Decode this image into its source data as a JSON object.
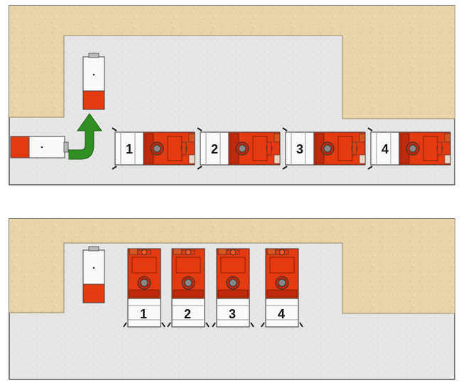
{
  "colors": {
    "sand": "#e6d3a8",
    "asphalt": "#e4e4e4",
    "frame": "#555555",
    "engine_red": "#e33a12",
    "engine_dark": "#c02a0c",
    "cab_white": "#fafafa",
    "arrow_green": "#2f8f22",
    "ladder_stripe": "#c8702a"
  },
  "panels": [
    {
      "id": "top",
      "vehicles": [
        {
          "kind": "fire-engine",
          "label": "1"
        },
        {
          "kind": "fire-engine",
          "label": "2"
        },
        {
          "kind": "fire-engine",
          "label": "3"
        },
        {
          "kind": "fire-engine",
          "label": "4"
        }
      ],
      "small_vehicles": 2,
      "arrow": "turn-up-icon"
    },
    {
      "id": "bottom",
      "vehicles": [
        {
          "kind": "fire-engine",
          "label": "1"
        },
        {
          "kind": "fire-engine",
          "label": "2"
        },
        {
          "kind": "fire-engine",
          "label": "3"
        },
        {
          "kind": "fire-engine",
          "label": "4"
        }
      ],
      "small_vehicles": 1
    }
  ]
}
